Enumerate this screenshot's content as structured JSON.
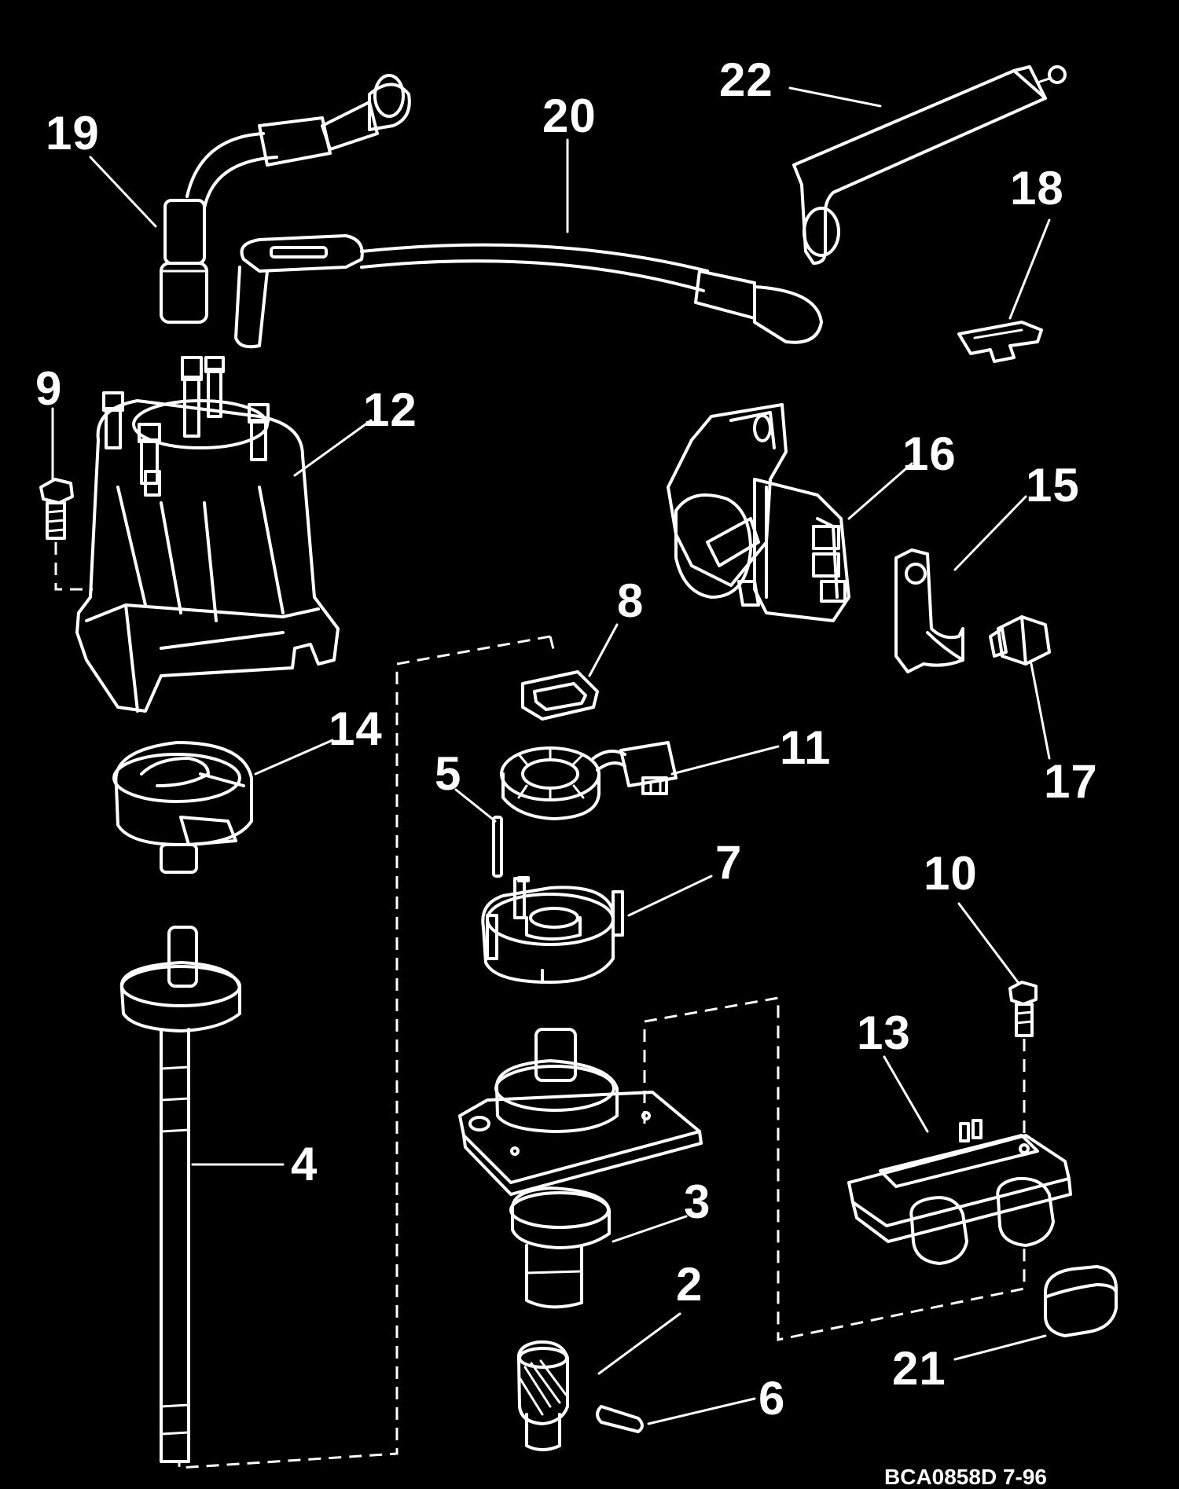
{
  "diagram": {
    "callouts": [
      {
        "id": "n19",
        "text": "19"
      },
      {
        "id": "n20",
        "text": "20"
      },
      {
        "id": "n22",
        "text": "22"
      },
      {
        "id": "n18",
        "text": "18"
      },
      {
        "id": "n9",
        "text": "9"
      },
      {
        "id": "n12",
        "text": "12"
      },
      {
        "id": "n16",
        "text": "16"
      },
      {
        "id": "n15",
        "text": "15"
      },
      {
        "id": "n8",
        "text": "8"
      },
      {
        "id": "n14",
        "text": "14"
      },
      {
        "id": "n11",
        "text": "11"
      },
      {
        "id": "n5",
        "text": "5"
      },
      {
        "id": "n17",
        "text": "17"
      },
      {
        "id": "n7",
        "text": "7"
      },
      {
        "id": "n10",
        "text": "10"
      },
      {
        "id": "n13",
        "text": "13"
      },
      {
        "id": "n4",
        "text": "4"
      },
      {
        "id": "n3",
        "text": "3"
      },
      {
        "id": "n2",
        "text": "2"
      },
      {
        "id": "n21",
        "text": "21"
      },
      {
        "id": "n6",
        "text": "6"
      }
    ],
    "drawing_code": "BCA0858D 7-96",
    "colors": {
      "background": "#000000",
      "line": "#ffffff"
    }
  }
}
